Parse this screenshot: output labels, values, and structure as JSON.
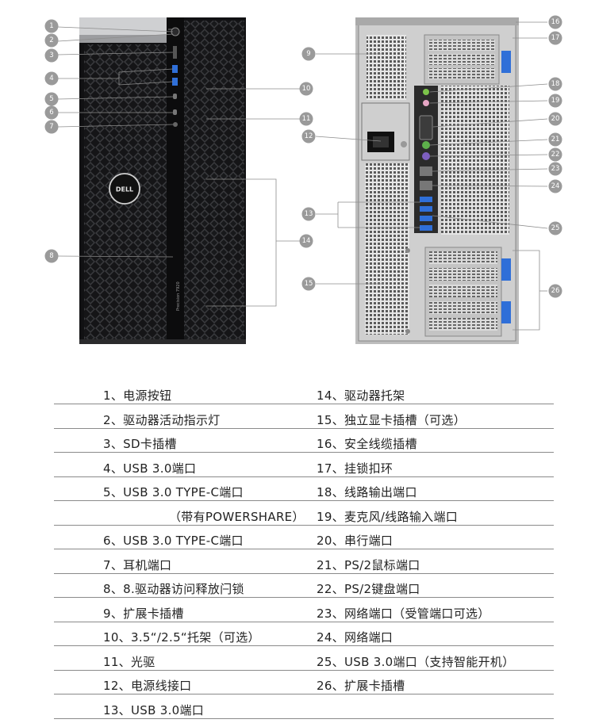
{
  "front_callouts": [
    "1",
    "2",
    "3",
    "4",
    "5",
    "6",
    "7",
    "8"
  ],
  "front_right_callouts": [
    "10",
    "11",
    "14"
  ],
  "rear_left_callouts": [
    "9",
    "12",
    "13",
    "15"
  ],
  "rear_right_callouts": [
    "16",
    "17",
    "18",
    "19",
    "20",
    "21",
    "22",
    "23",
    "24",
    "25",
    "26"
  ],
  "brand_logo_text": "DELL",
  "model_text": "Precision 7920",
  "legend": {
    "rows": [
      {
        "left": "1、电源按钮",
        "right": "14、驱动器托架"
      },
      {
        "left": "2、驱动器活动指示灯",
        "right": "15、独立显卡插槽（可选）"
      },
      {
        "left": "3、SD卡插槽",
        "right": "16、安全线缆插槽"
      },
      {
        "left": "4、USB 3.0端口",
        "right": "17、挂锁扣环"
      },
      {
        "left": "5、USB 3.0 TYPE-C端口",
        "right": "18、线路输出端口"
      },
      {
        "left": "（带有POWERSHARE）",
        "right": "19、麦克风/线路输入端口"
      },
      {
        "left": "6、USB 3.0 TYPE-C端口",
        "right": "20、串行端口"
      },
      {
        "left": "7、耳机端口",
        "right": "21、PS/2鼠标端口"
      },
      {
        "left": "8、8.驱动器访问释放闩锁",
        "right": "22、PS/2键盘端口"
      },
      {
        "left": "9、扩展卡插槽",
        "right": "23、网络端口（受管端口可选）"
      },
      {
        "left": "10、3.5“/2.5“托架（可选）",
        "right": "24、网络端口"
      },
      {
        "left": "11、光驱",
        "right": "25、USB 3.0端口（支持智能开机）"
      },
      {
        "left": "12、电源线接口",
        "right": "26、扩展卡插槽"
      },
      {
        "left": "13、USB 3.0端口",
        "right": ""
      }
    ]
  },
  "colors": {
    "callout_badge": "#9a9a9a",
    "callout_line": "#8c8c8c",
    "chassis_dark": "#1c1c1e",
    "rear_panel": "#d9d9d9",
    "rule": "#8a8a8a"
  }
}
